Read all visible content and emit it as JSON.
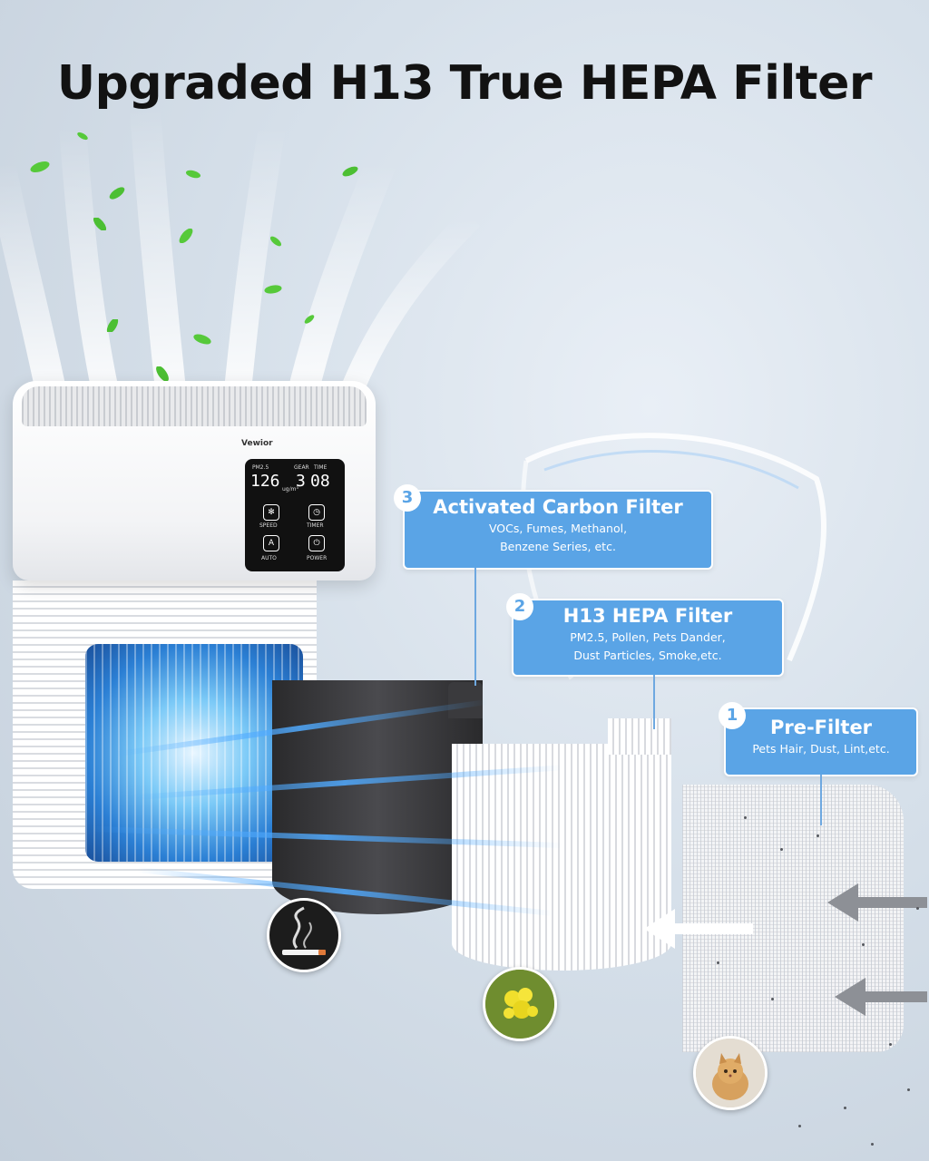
{
  "title": "Upgraded H13 True HEPA Filter",
  "purifier": {
    "brand": "Vewior",
    "display": {
      "pm_label": "PM2.5",
      "pm_value": "126",
      "pm_unit": "ug/m³",
      "gear_label": "GEAR",
      "gear_value": "3",
      "time_label": "TIME",
      "time_value": "08",
      "buttons": [
        "SPEED",
        "TIMER",
        "AUTO",
        "POWER"
      ]
    }
  },
  "filters": [
    {
      "number": "3",
      "name": "Activated Carbon Filter",
      "description_lines": [
        "VOCs, Fumes, Methanol,",
        "Benzene Series, etc."
      ],
      "icon": "smoke-icon"
    },
    {
      "number": "2",
      "name": "H13 HEPA Filter",
      "description_lines": [
        "PM2.5, Pollen, Pets Dander,",
        "Dust Particles, Smoke,etc."
      ],
      "icon": "pollen-icon"
    },
    {
      "number": "1",
      "name": "Pre-Filter",
      "description_lines": [
        "Pets Hair, Dust, Lint,etc."
      ],
      "icon": "cat-icon"
    }
  ],
  "colors": {
    "callout": "#5aa4e6",
    "title": "#121212",
    "leaf": "#56c93a",
    "airflow": "#2b7fd4"
  }
}
